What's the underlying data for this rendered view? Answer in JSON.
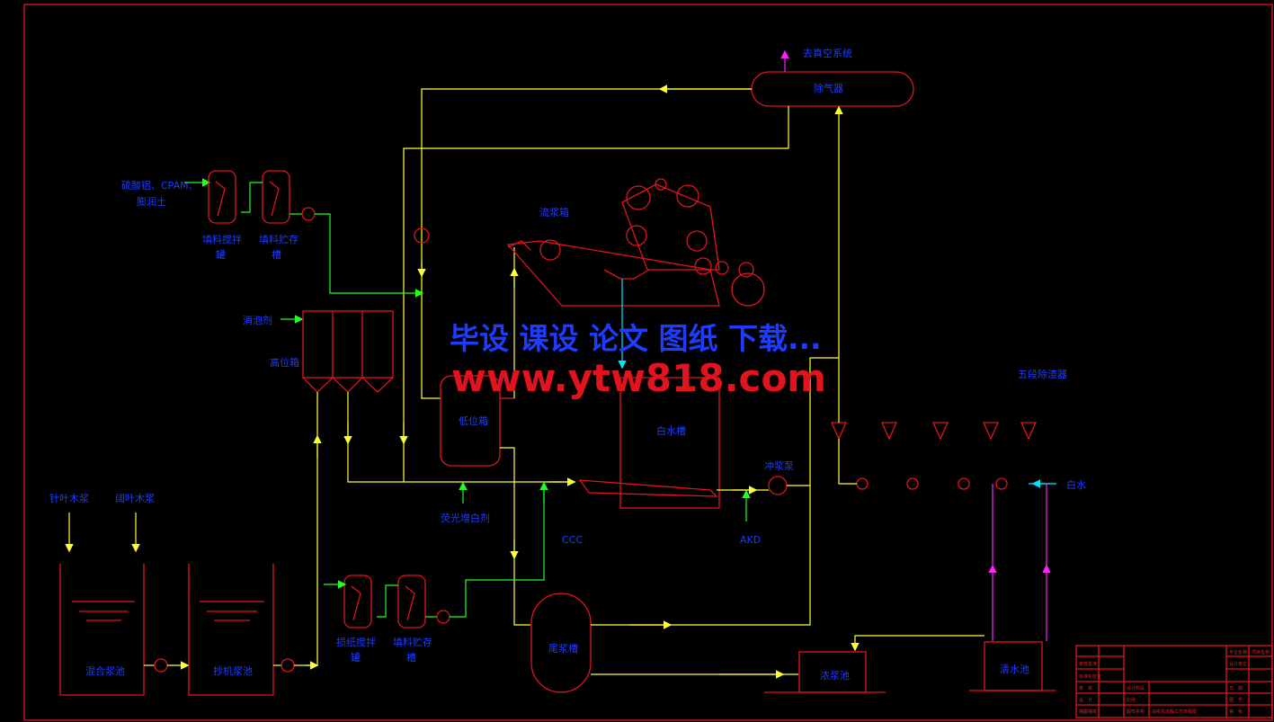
{
  "labels": {
    "vacuum_system": "去真空系统",
    "separator": "除气器",
    "headbox_area": "流浆箱",
    "additives": "硫酸铝、CPAM、",
    "additives2": "膨润土",
    "coating_mix_tank": "填料搅拌",
    "coating_mix_tank2": "罐",
    "coating_store_tank": "填料贮存",
    "coating_store_tank2": "槽",
    "dye": "消泡剂",
    "high_tank": "高位箱",
    "low_tank": "低位箱",
    "white_water_tank": "白水槽",
    "fan_pump": "冲浆泵",
    "brightener": "荧光增白剂",
    "cpam": "CCC",
    "akd": "AKD",
    "cleaners": "五段除渣器",
    "white_water": "白水",
    "softwood_pulp": "针叶木浆",
    "hardwood_pulp": "阔叶木浆",
    "mixing_chest": "混合浆池",
    "machine_chest": "抄机浆池",
    "broke_mix_tank": "损纸搅拌",
    "broke_mix_tank2": "罐",
    "broke_store_tank": "填料贮存",
    "broke_store_tank2": "槽",
    "tail_tank": "尾浆槽",
    "pulp_pool": "浓浆池",
    "clear_water_pool": "清水池"
  },
  "watermark": {
    "line1": "毕设 课设 论文 图纸 下载...",
    "line2": "www.ytw818.com"
  },
  "title_block": {
    "left_rows": [
      "审核批准",
      "标准化检查",
      "校　核",
      "设　计",
      "描图描校"
    ],
    "mid_rows": [
      "设计阶段",
      "比例",
      "图样名称",
      "造纸机流程工艺流程图"
    ],
    "right_header": [
      "专业名称",
      "项目名称"
    ],
    "right_rows": [
      "设计单位",
      "日　期",
      "图　号",
      "第　张"
    ]
  },
  "colors": {
    "equipment": "#e0141e",
    "pulp_line": "#ffff33",
    "chemical_line": "#22ff22",
    "water_line": "#00e5ff",
    "vacuum_line": "#ff22ff",
    "text": "#1e3cff"
  }
}
